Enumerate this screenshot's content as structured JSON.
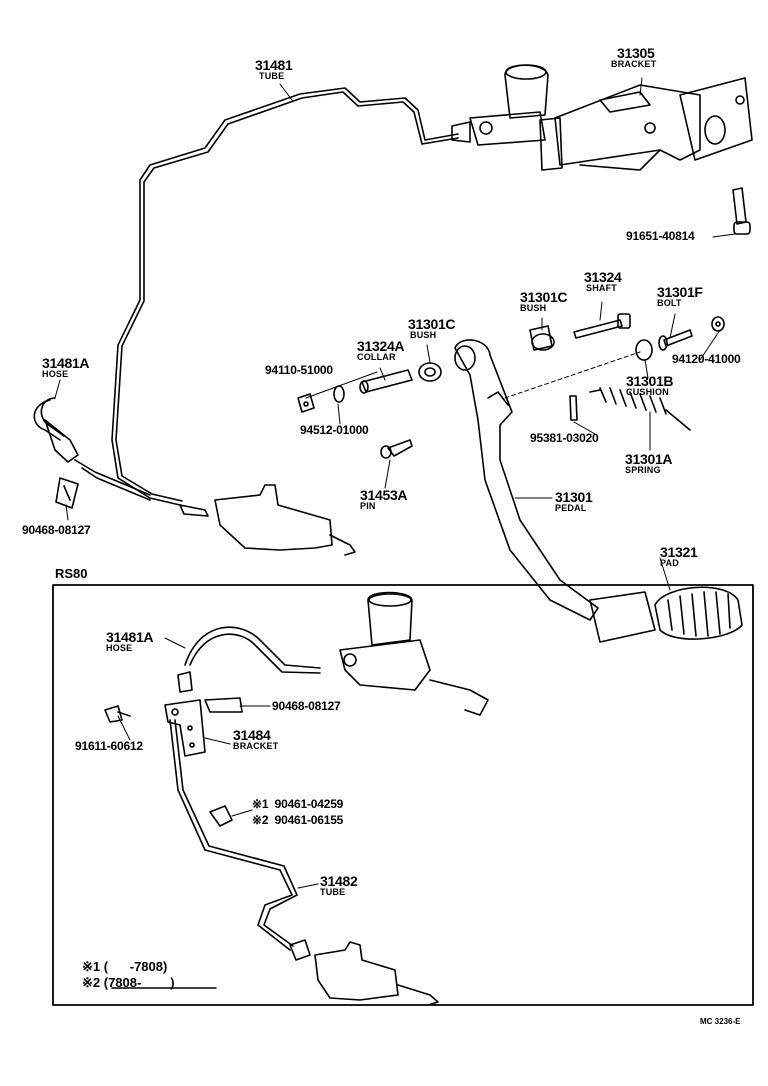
{
  "parts": {
    "p31481": {
      "number": "31481",
      "name": "TUBE"
    },
    "p31305": {
      "number": "31305",
      "name": "BRACKET"
    },
    "p91651": {
      "number": "91651-40814"
    },
    "p31324": {
      "number": "31324",
      "name": "SHAFT"
    },
    "p31301C_top": {
      "number": "31301C",
      "name": "BUSH"
    },
    "p31301F": {
      "number": "31301F",
      "name": "BOLT"
    },
    "p31301C_mid": {
      "number": "31301C",
      "name": "BUSH"
    },
    "p31324A": {
      "number": "31324A",
      "name": "COLLAR"
    },
    "p94110": {
      "number": "94110-51000"
    },
    "p94120": {
      "number": "94120-41000"
    },
    "p31481A": {
      "number": "31481A",
      "name": "HOSE"
    },
    "p31301B": {
      "number": "31301B",
      "name": "CUSHION"
    },
    "p94512": {
      "number": "94512-01000"
    },
    "p95381": {
      "number": "95381-03020"
    },
    "p31301A": {
      "number": "31301A",
      "name": "SPRING"
    },
    "p31453A": {
      "number": "31453A",
      "name": "PIN"
    },
    "p31301": {
      "number": "31301",
      "name": "PEDAL"
    },
    "p90468": {
      "number": "90468-08127"
    },
    "p31321": {
      "number": "31321",
      "name": "PAD"
    }
  },
  "inset": {
    "title": "RS80",
    "p31481A": {
      "number": "31481A",
      "name": "HOSE"
    },
    "p90468": {
      "number": "90468-08127"
    },
    "p91611": {
      "number": "91611-60612"
    },
    "p31484": {
      "number": "31484",
      "name": "BRACKET"
    },
    "note1": {
      "mark": "※1",
      "number": "90461-04259"
    },
    "note2": {
      "mark": "※2",
      "number": "90461-06155"
    },
    "p31482": {
      "number": "31482",
      "name": "TUBE"
    },
    "legend1": "※1 (      -7808)",
    "legend2": "※2 (7808-        )"
  },
  "code": "MC 3236-E"
}
